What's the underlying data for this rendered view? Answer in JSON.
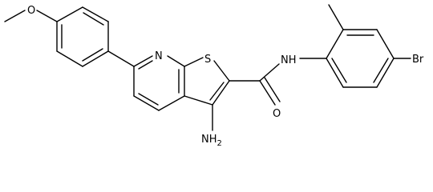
{
  "molecule": {
    "atom_labels": {
      "methoxy_o": "O",
      "pyridine_n": "N",
      "thiophene_s": "S",
      "amide_nh": "NH",
      "amide_o": "O",
      "amino": "NH",
      "amino_subscript": "2",
      "bromo": "Br"
    },
    "colors": {
      "bond": "#000000",
      "text": "#000000",
      "background": "#ffffff"
    }
  }
}
